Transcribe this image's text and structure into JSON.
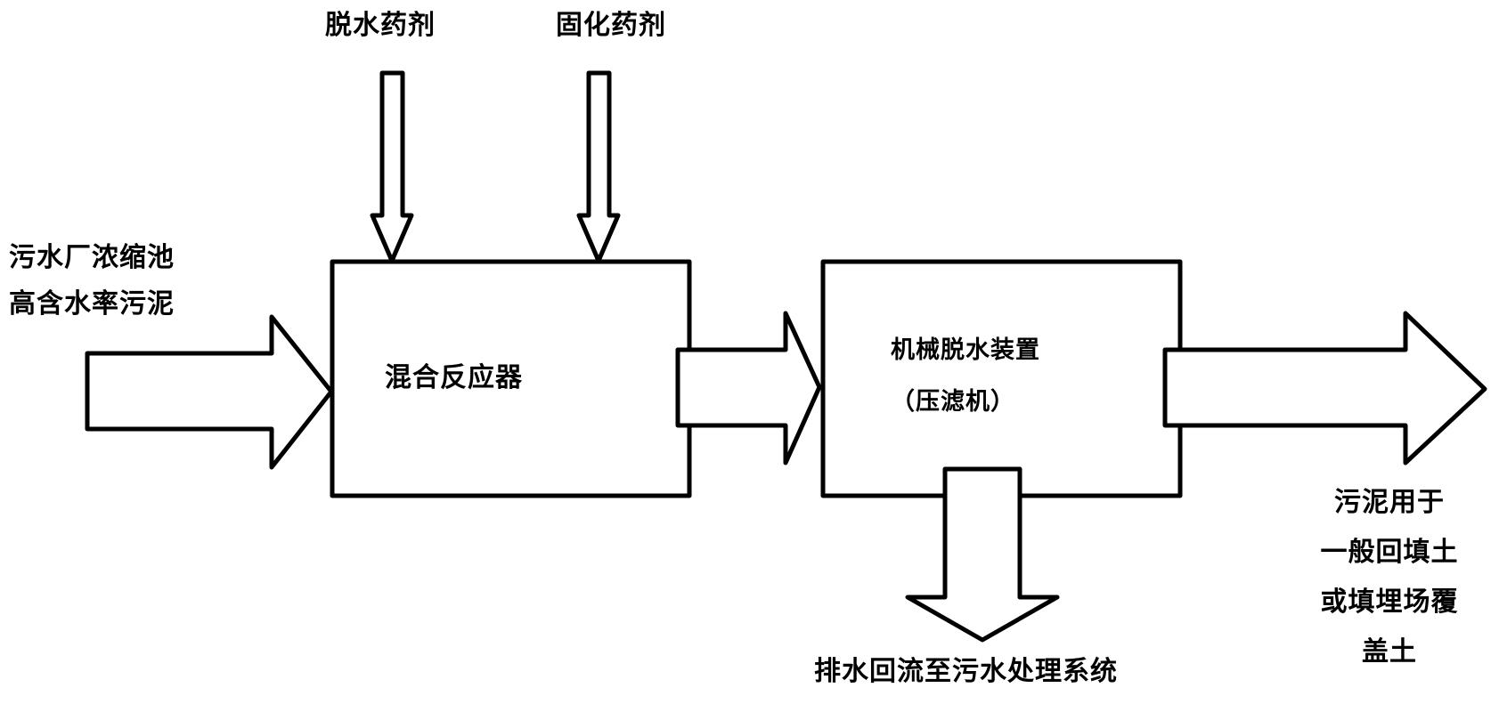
{
  "diagram": {
    "inputs": {
      "dewatering_agent": "脱水药剂",
      "solidifying_agent": "固化药剂"
    },
    "source": {
      "line1": "污水厂浓缩池",
      "line2": "高含水率污泥"
    },
    "mixing_reactor": {
      "label": "混合反应器"
    },
    "dewatering_device": {
      "line1": "机械脱水装置",
      "line2": "（压滤机）"
    },
    "drainage_output": {
      "label": "排水回流至污水处理系统"
    },
    "sludge_output": {
      "line1": "污泥用于",
      "line2": "一般回填土",
      "line3": "或填埋场覆",
      "line4": "盖土"
    },
    "colors": {
      "stroke": "#000000",
      "fill": "#ffffff"
    }
  }
}
